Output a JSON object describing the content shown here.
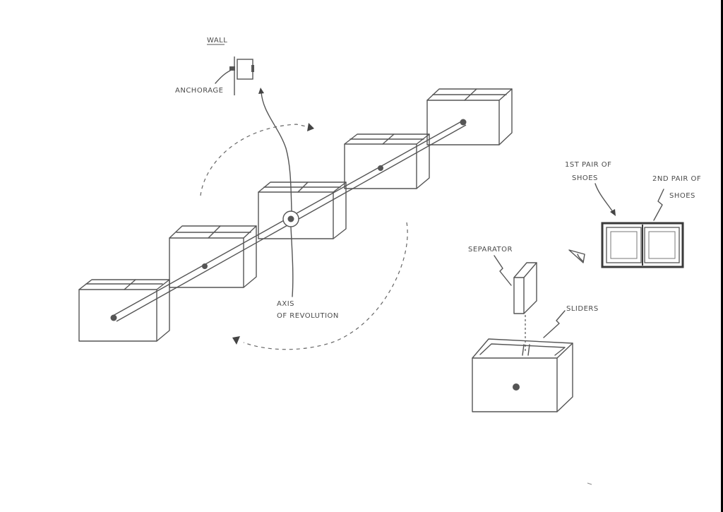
{
  "labels": {
    "wall": "WALL",
    "anchorage": "ANCHORAGE",
    "axis_line1": "AXIS",
    "axis_line2": "OF REVOLUTION",
    "first_pair_line1": "1ST PAIR OF",
    "first_pair_line2": "SHOES",
    "second_pair_line1": "2ND PAIR OF",
    "second_pair_line2": "SHOES",
    "separator": "SEPARATOR",
    "sliders": "SLIDERS"
  },
  "colors": {
    "ink": "#555555",
    "paper": "#ffffff"
  }
}
